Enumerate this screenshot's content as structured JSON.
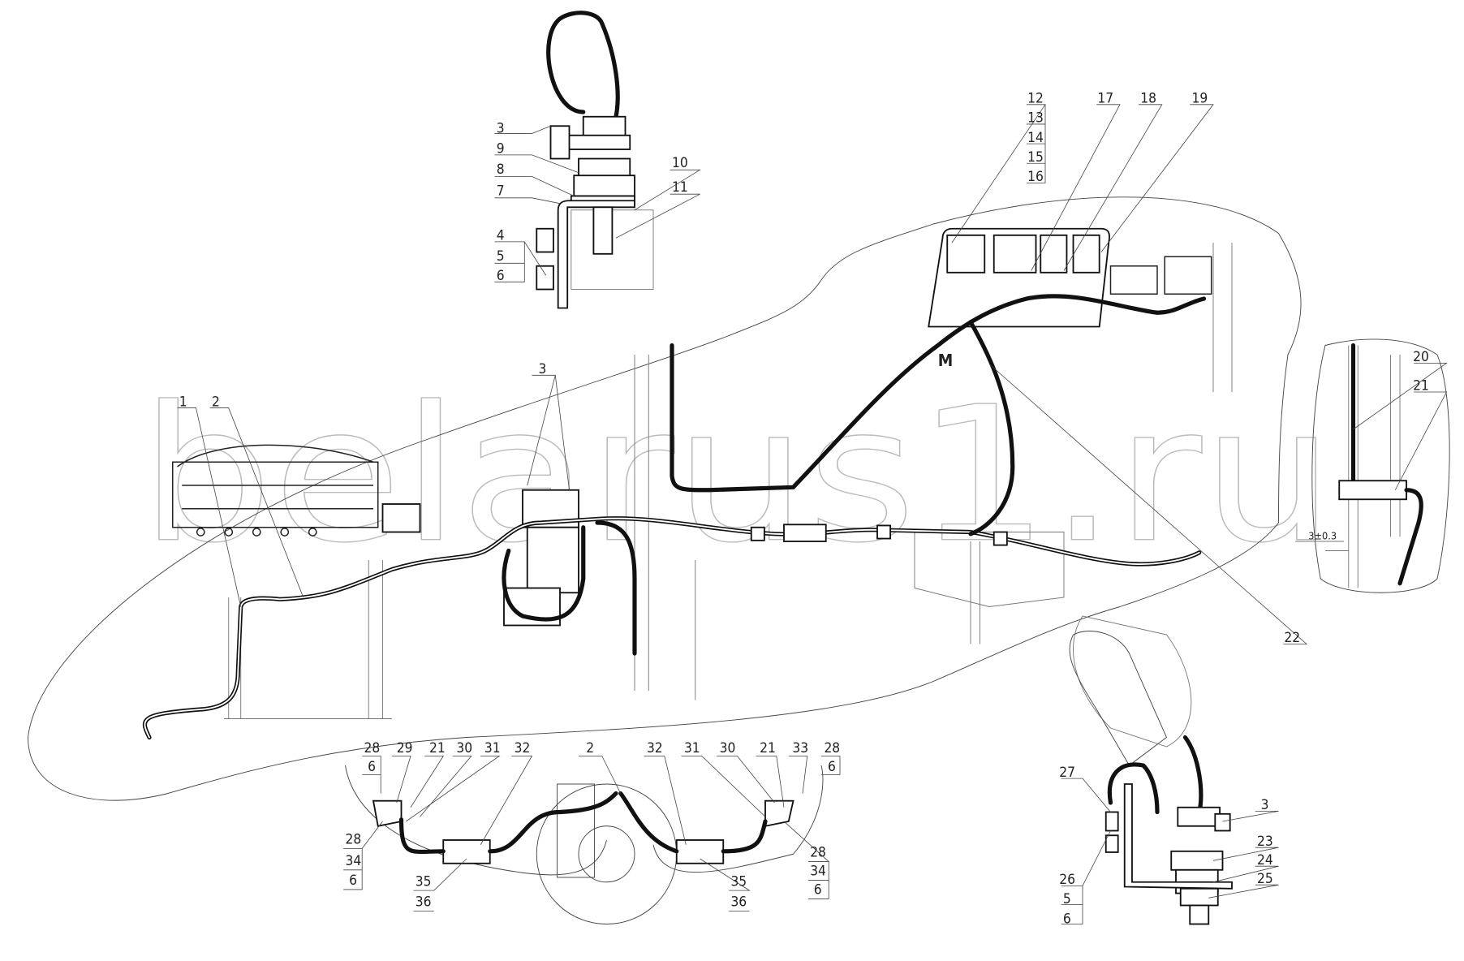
{
  "watermark": "belarus1.ru",
  "dimension": "3±0.3",
  "callouts": {
    "top_detail": {
      "c3": "3",
      "c9": "9",
      "c8": "8",
      "c7": "7",
      "c4": "4",
      "c5": "5",
      "c6": "6",
      "c10": "10",
      "c11": "11"
    },
    "panel": {
      "c12": "12",
      "c13": "13",
      "c14": "14",
      "c15": "15",
      "c16": "16",
      "c17": "17",
      "c18": "18",
      "c19": "19"
    },
    "right_detail": {
      "c20": "20",
      "c21": "21"
    },
    "main": {
      "c1": "1",
      "c2": "2",
      "c3": "3",
      "c22": "22"
    },
    "bottom": {
      "l28": "28",
      "l6": "6",
      "l29": "29",
      "l21": "21",
      "l30": "30",
      "l31": "31",
      "l32": "32",
      "m2": "2",
      "r32": "32",
      "r31": "31",
      "r30": "30",
      "r21": "21",
      "r33": "33",
      "r28": "28",
      "r6": "6",
      "ll28": "28",
      "ll34": "34",
      "ll6": "6",
      "l35": "35",
      "l36": "36",
      "r35": "35",
      "r36": "36",
      "rr28": "28",
      "rr34": "34",
      "rr6": "6"
    },
    "br_detail": {
      "c27": "27",
      "c26": "26",
      "c5": "5",
      "c6": "6",
      "c3": "3",
      "c23": "23",
      "c24": "24",
      "c25": "25"
    }
  }
}
